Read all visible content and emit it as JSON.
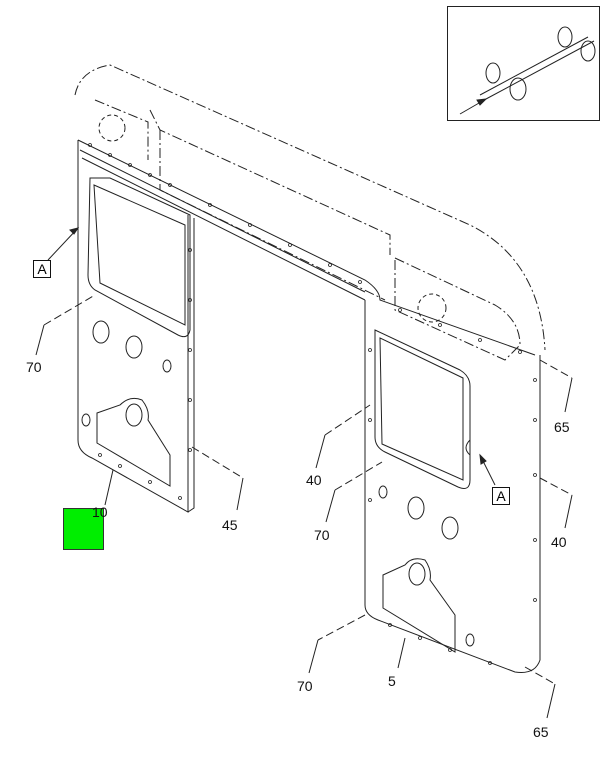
{
  "figure": {
    "callouts": {
      "detail_a_left": "A",
      "detail_a_right": "A",
      "c70_left": "70",
      "c10": "10",
      "c45": "45",
      "c40_mid": "40",
      "c70_mid": "70",
      "c65_upper": "65",
      "c40_right": "40",
      "c70_bottom": "70",
      "c5": "5",
      "c65_bottom": "65"
    },
    "highlight_color": "#00ee00"
  }
}
